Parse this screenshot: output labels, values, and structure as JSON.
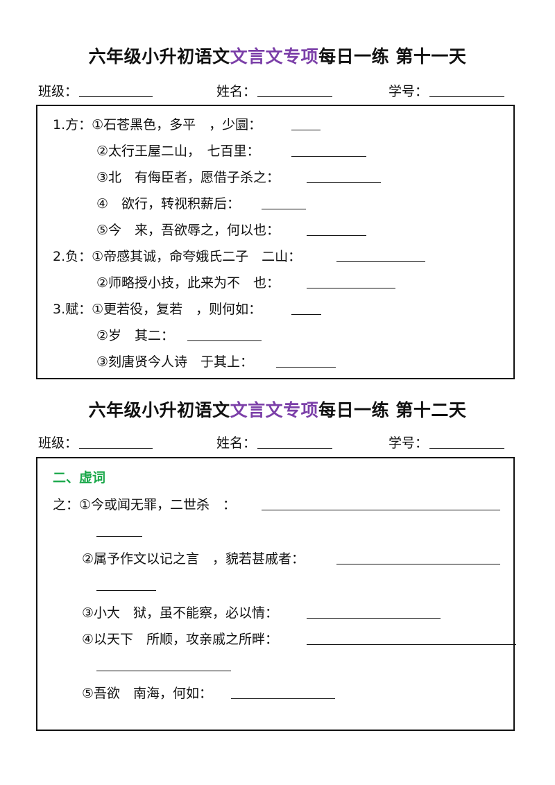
{
  "day11": {
    "title_pre": "六年级小升初语文",
    "title_hl": "文言文专项",
    "title_post": "每日一练  第十一天",
    "class_label": "班级：",
    "name_label": "姓名：",
    "number_label": "学号：",
    "items": [
      {
        "prefix": "1.方：",
        "text": "①石苍黑色，多平　，少圜："
      },
      {
        "prefix": "",
        "text": "②太行王屋二山，　七百里："
      },
      {
        "prefix": "",
        "text": "③北　有侮臣者，愿借子杀之："
      },
      {
        "prefix": "",
        "text": "④　欲行，转视积薪后："
      },
      {
        "prefix": "",
        "text": "⑤今　来，吾欲辱之，何以也："
      },
      {
        "prefix": "2.负：",
        "text": "①帝感其诚，命夸娥氏二子　二山："
      },
      {
        "prefix": "",
        "text": "②师略授小技，此来为不　也："
      },
      {
        "prefix": "3.赋：",
        "text": "①更若役，复若　，则何如："
      },
      {
        "prefix": "",
        "text": "②岁　其二："
      },
      {
        "prefix": "",
        "text": "③刻唐贤今人诗　于其上："
      }
    ]
  },
  "day12": {
    "title_pre": "六年级小升初语文",
    "title_hl": "文言文专项",
    "title_post": "每日一练  第十二天",
    "class_label": "班级：",
    "name_label": "姓名：",
    "number_label": "学号：",
    "section_title": "二、虚词",
    "prefix": "之：",
    "items": [
      {
        "text": "①今或闻无罪，二世杀　："
      },
      {
        "text": "②属予作文以记之言　，貌若甚戚者："
      },
      {
        "text": "③小大　狱，虽不能察，必以情："
      },
      {
        "text": "④以天下　所顺，攻亲戚之所畔："
      },
      {
        "text": "⑤吾欲　南海，何如："
      }
    ]
  },
  "colors": {
    "highlight": "#7b3fa8",
    "section": "#1aa84a"
  }
}
